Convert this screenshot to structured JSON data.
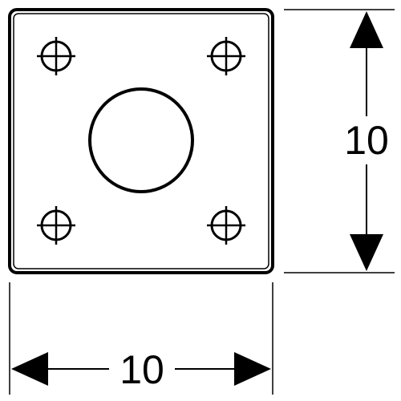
{
  "dimensions": {
    "width_label": "10",
    "height_label": "10"
  },
  "plate": {
    "mounting_hole_count": 4,
    "center_opening_count": 1
  },
  "colors": {
    "line": "#000000",
    "background": "#ffffff"
  }
}
